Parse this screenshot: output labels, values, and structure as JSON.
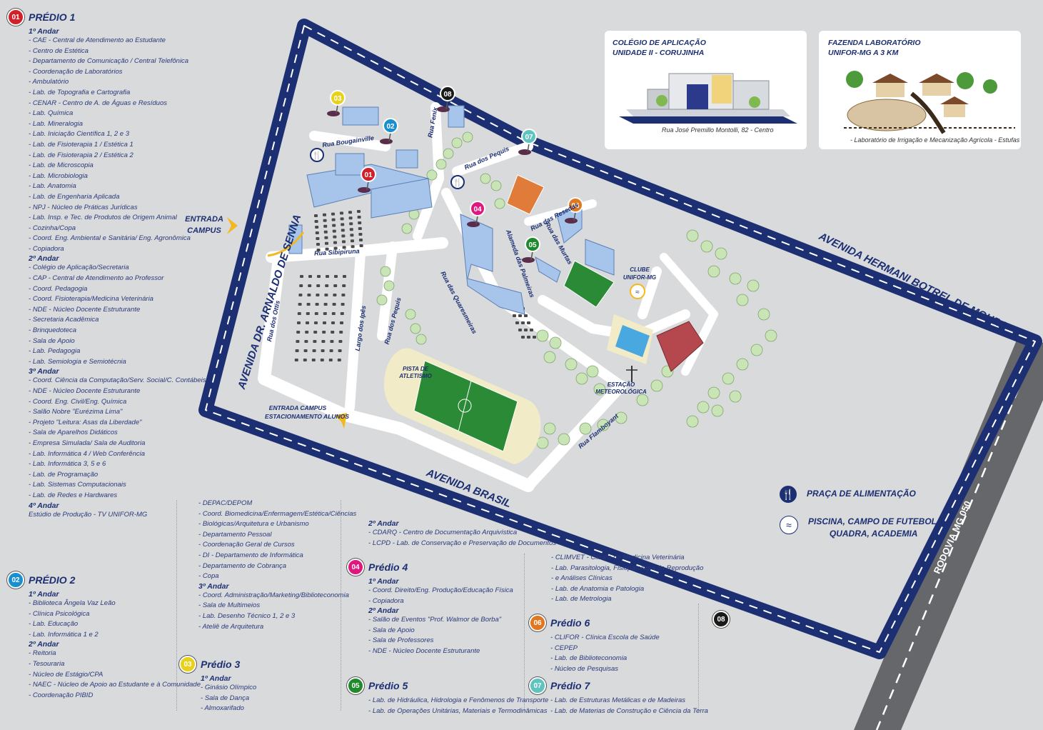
{
  "colors": {
    "p01": "#d0202a",
    "p02": "#1a8fd0",
    "p03": "#e8d11a",
    "p04": "#e0177e",
    "p05": "#1e8a2c",
    "p06": "#e2771f",
    "p07": "#5fc4c0",
    "p08": "#1a1a1a",
    "avenue": "#1c2f72",
    "rodovia": "#66676b",
    "road": "#ffffff",
    "tree": "#c9e4b5",
    "field": "#2a8a35"
  },
  "icons": {
    "food": "fork-knife-icon",
    "pool": "swimmer-icon"
  },
  "buildings": {
    "p1": {
      "num": "01",
      "title": "PRÉDIO 1",
      "floors": [
        {
          "name": "1º Andar",
          "items": [
            "CAE - Central de Atendimento ao Estudante",
            "Centro de Estética",
            "Departamento de Comunicação / Central Telefônica",
            "Coordenação de Laboratórios",
            "Ambulatório",
            "Lab. de Topografia e Cartografia",
            "CENAR - Centro de A. de Águas e Resíduos",
            "Lab. Química",
            "Lab. Mineralogia",
            "Lab. Iniciação Científica 1, 2 e 3",
            "Lab. de Fisioterapia 1 / Estética 1",
            "Lab. de Fisioterapia 2 / Estética 2",
            "Lab. de Microscopia",
            "Lab. Microbiologia",
            "Lab. Anatomia",
            "Lab. de Engenharia Aplicada",
            "NPJ - Núcleo de Práticas Jurídicas",
            "Lab. Insp. e Tec. de Produtos de Origem Animal",
            "Cozinha/Copa",
            "Coord. Eng. Ambiental e Sanitária/ Eng. Agronômica",
            "Copiadora"
          ]
        },
        {
          "name": "2º Andar",
          "items": [
            "Colégio de Aplicação/Secretaria",
            "CAP - Central de Atendimento ao Professor",
            "Coord. Pedagogia",
            "Coord. Fisioterapia/Medicina Veterinária",
            "NDE - Núcleo Docente Estruturante",
            "Secretaria Acadêmica",
            "Brinquedoteca",
            "Sala de Apoio",
            "Lab. Pedagogia",
            "Lab. Semiologia e Semiotécnia"
          ]
        },
        {
          "name": "3º Andar",
          "items": [
            "Coord. Ciência da Computação/Serv. Social/C. Contábeis",
            "NDE - Núcleo Docente Estruturante",
            "Coord. Eng. Civil/Eng. Química",
            "Salão Nobre \"Eurézima Lima\"",
            "Projeto \"Leitura: Asas da Liberdade\"",
            "Sala de Aparelhos Didáticos",
            "Empresa Simulada/ Sala de Auditoria",
            "Lab. Informática 4 / Web Conferência",
            "Lab. Informática 3, 5 e 6",
            "Lab. de Programação",
            "Lab. Sistemas Computacionais",
            "Lab. de Redes e Hardwares"
          ]
        },
        {
          "name": "4º Andar",
          "plain": "Estúdio de Produção - TV UNIFOR-MG"
        }
      ]
    },
    "p2": {
      "num": "02",
      "title": "PRÉDIO 2",
      "floors": [
        {
          "name": "1º Andar",
          "items": [
            "Biblioteca Ângela Vaz Leão",
            "Clínica Psicológica",
            "Lab. Educação",
            "Lab. Informática 1 e 2"
          ]
        },
        {
          "name": "2º Andar",
          "items": [
            "Reitoria",
            "Tesouraria",
            "Núcleo de Estágio/CPA",
            "NAEC - Núcleo de Apoio ao Estudante e à Comunidade",
            "Coordenação PIBID"
          ]
        }
      ]
    },
    "p2b": {
      "floors": [
        {
          "name": "",
          "items": [
            "DEPAC/DEPOM",
            "Coord. Biomedicina/Enfermagem/Estética/Ciências",
            "Biológicas/Arquitetura e Urbanismo",
            "Departamento Pessoal",
            "Coordenação Geral de Cursos",
            "DI - Departamento de Informática",
            "Departamento de Cobrança",
            "Copa"
          ]
        },
        {
          "name": "3º Andar",
          "items": [
            "Coord. Administração/Marketing/Biblioteconomia",
            "Sala de Multimeios",
            "Lab. Desenho Técnico 1, 2 e 3",
            "Ateliê de Arquitetura"
          ]
        }
      ]
    },
    "p3": {
      "num": "03",
      "title": "Prédio 3",
      "floors": [
        {
          "name": "1º Andar",
          "items": [
            "Ginásio Olímpico",
            "Sala de Dança",
            "Almoxarifado"
          ]
        }
      ]
    },
    "p3b": {
      "floors": [
        {
          "name": "2º Andar",
          "items": [
            "CDARQ - Centro de Documentação Arquivística",
            "LCPD - Lab. de Conservação e Preservação de Documentos"
          ]
        }
      ]
    },
    "p4": {
      "num": "04",
      "title": "Prédio 4",
      "floors": [
        {
          "name": "1º Andar",
          "items": [
            "Coord. Direito/Eng. Produção/Educação Física",
            "Copiadora"
          ]
        },
        {
          "name": "2º Andar",
          "items": [
            "Salão de Eventos \"Prof. Walmor de Borba\"",
            "Sala de Apoio",
            "Sala de Professores",
            "NDE - Núcleo Docente Estruturante"
          ]
        }
      ]
    },
    "p5": {
      "num": "05",
      "title": "Prédio 5",
      "floors": [
        {
          "name": "",
          "items": [
            "Lab. de Hidráulica, Hidrologia e Fenômenos de Transporte",
            "Lab. de Operações Unitárias, Materiais e Termodinâmicas"
          ]
        }
      ]
    },
    "p5b": {
      "floors": [
        {
          "name": "",
          "items": [
            "CLIMVET - Clínica de Medicina Veterinária",
            "Lab. Parasitologia, Fisiopatologia da Reprodução",
            "e Análises Clínicas",
            "Lab. de Anatomia e Patologia",
            "Lab. de Metrologia"
          ]
        }
      ]
    },
    "p6": {
      "num": "06",
      "title": "Prédio 6",
      "floors": [
        {
          "name": "",
          "items": [
            "CLIFOR - Clínica Escola de Saúde",
            "CEPEP",
            "Lab. de Biblioteconomia",
            "Núcleo de Pesquisas"
          ]
        }
      ]
    },
    "p7": {
      "num": "07",
      "title": "Prédio 7",
      "floors": [
        {
          "name": "",
          "items": [
            "Lab. de Estruturas Metálicas e de Madeiras",
            "Lab. de Materias de Construção e Ciência da Terra"
          ]
        }
      ]
    },
    "p8": {
      "num": "08"
    }
  },
  "cards": {
    "colegio": {
      "title1": "COLÉGIO DE APLICAÇÃO",
      "title2": "UNIDADE II - CORUJINHA",
      "caption": "Rua José Premillo Montolli, 82 - Centro"
    },
    "fazenda": {
      "title1": "FAZENDA LABORATÓRIO",
      "title2": "UNIFOR-MG A 3 KM",
      "caption": "- Laboratório de Irrigação e Mecanização Agrícola - Estufas"
    }
  },
  "key": {
    "food": "PRAÇA DE ALIMENTAÇÃO",
    "sports1": "PISCINA, CAMPO DE FUTEBOL,",
    "sports2": "QUADRA, ACADEMIA"
  },
  "map": {
    "avenues": {
      "senna": "AVENIDA DR. ARNALDO DE SENNA",
      "hermani": "AVENIDA HERMANI BOTREL DE MOURA",
      "brasil": "AVENIDA BRASIL",
      "rodovia": "RODOVIA MG 050"
    },
    "streets": {
      "bougainville": "Rua Bougainville",
      "fenix": "Rua Fenix",
      "pequis1": "Rua dos Pequis",
      "pequis2": "Rua dos Pequis",
      "sibipiruna": "Rua Sibipiruna",
      "ottis": "Rua dos Ottis",
      "ipes": "Largo dos Ipês",
      "quaresmeiras": "Rua das Quaresmeiras",
      "palmeiras": "Alameda das Palmeiras",
      "resedas": "Rua das Resedas",
      "murtas": "Rua das Murtas",
      "flamboyant": "Rua Flamboyant"
    },
    "labels": {
      "entrada1": "ENTRADA",
      "entrada2": "CAMPUS",
      "entrada_est1": "ENTRADA CAMPUS",
      "entrada_est2": "ESTACIONAMENTO ALUNOS",
      "pista1": "PISTA DE",
      "pista2": "ATLETISMO",
      "clube1": "CLUBE",
      "clube2": "UNIFOR-MG",
      "estacao1": "ESTAÇÃO",
      "estacao2": "METEOROLÓGICA"
    }
  }
}
